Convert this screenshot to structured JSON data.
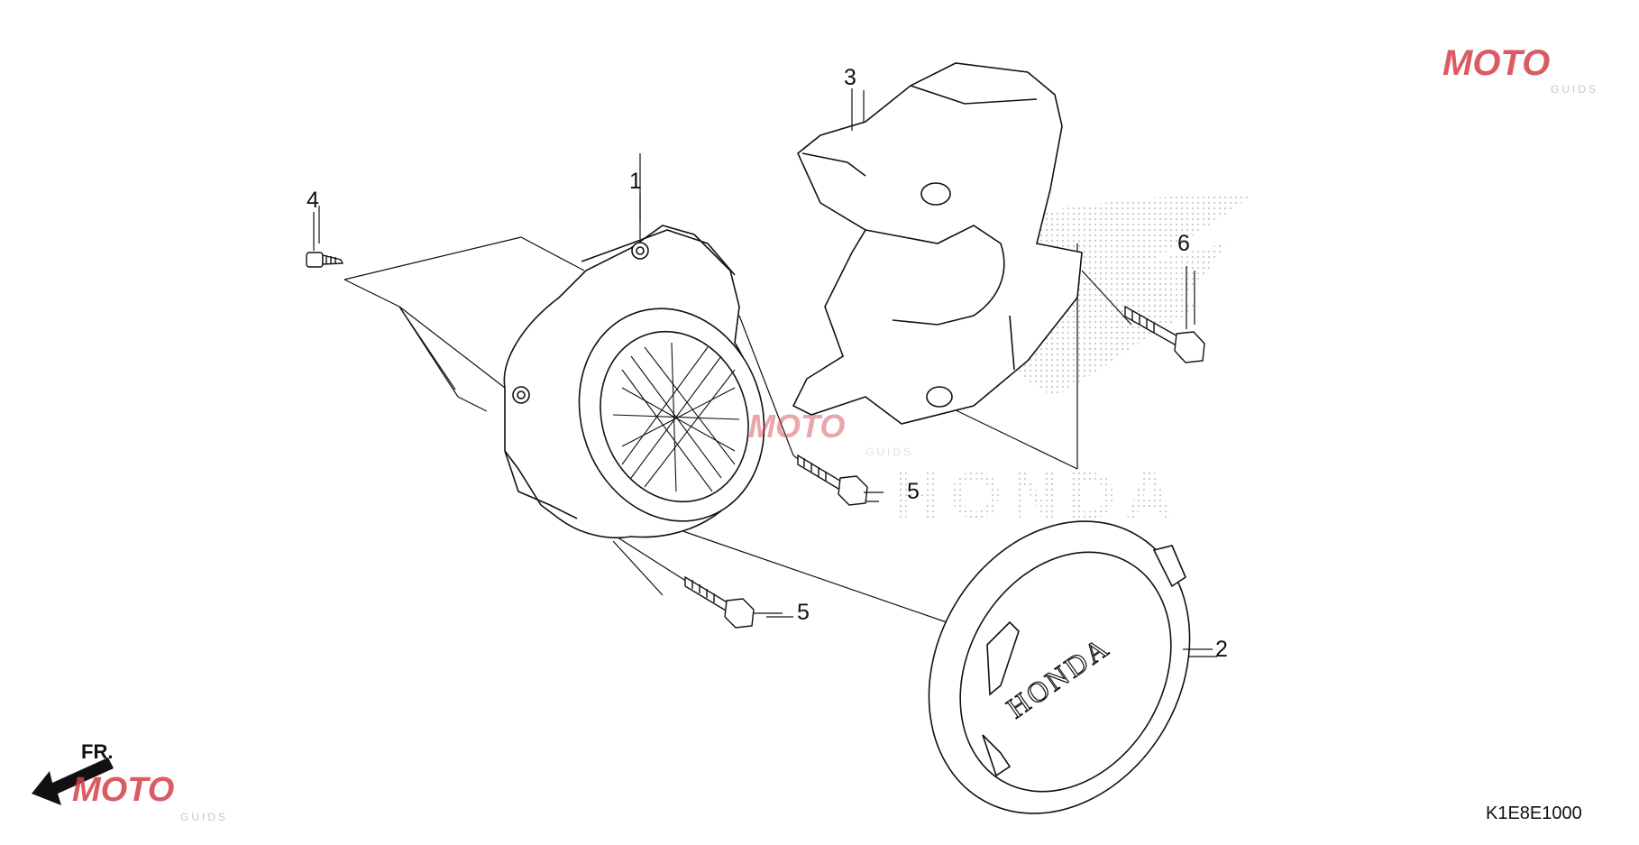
{
  "diagram": {
    "callouts": [
      {
        "id": "1",
        "label": "1"
      },
      {
        "id": "2",
        "label": "2"
      },
      {
        "id": "3",
        "label": "3"
      },
      {
        "id": "4",
        "label": "4"
      },
      {
        "id": "5a",
        "label": "5"
      },
      {
        "id": "5b",
        "label": "5"
      },
      {
        "id": "6",
        "label": "6"
      }
    ],
    "drawing_code": "K1E8E1000",
    "front_indicator": "FR.",
    "cover_emblem": "HONDA",
    "background_mark": "HONDA"
  },
  "watermark": {
    "text": "MOTO",
    "subtext": "GUIDS",
    "colors": {
      "red": "#d3404a",
      "grey": "#bdbdbd",
      "purple": "#8a8fd0"
    }
  }
}
